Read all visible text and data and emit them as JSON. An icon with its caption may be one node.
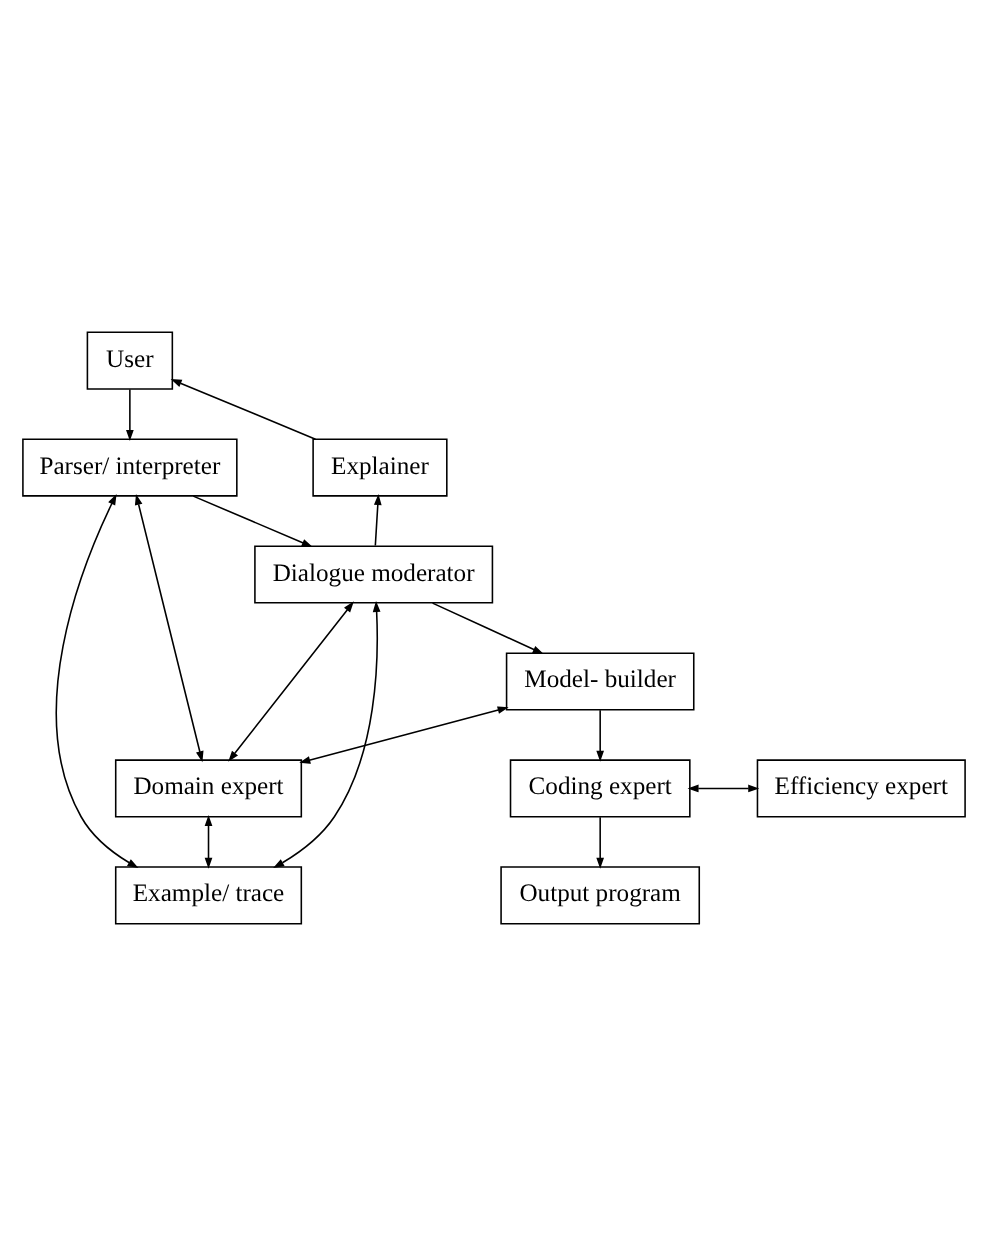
{
  "diagram": {
    "nodes": [
      {
        "text": [
          "User"
        ]
      },
      {
        "text": [
          "Explainer"
        ]
      },
      {
        "text": [
          "Parser/ interpreter"
        ]
      },
      {
        "text": [
          "Domain expert"
        ]
      },
      {
        "text": [
          "Dialogue moderator"
        ]
      },
      {
        "text": [
          "Example/ trace"
        ]
      },
      {
        "text": [
          "Model- builder"
        ]
      },
      {
        "text": [
          "Coding expert"
        ]
      },
      {
        "text": [
          "Efficiency expert"
        ]
      },
      {
        "text": [
          "Output program"
        ]
      }
    ],
    "edges": [
      {
        "from": 1,
        "to": 0,
        "arrow": "to"
      },
      {
        "from": 0,
        "to": 2,
        "arrow": "to"
      },
      {
        "from": 4,
        "to": 1,
        "arrow": "to"
      },
      {
        "from": 2,
        "to": 3,
        "arrow": "both"
      },
      {
        "from": 2,
        "to": 5,
        "arrow": "both"
      },
      {
        "from": 2,
        "to": 4,
        "arrow": "to"
      },
      {
        "from": 4,
        "to": 3,
        "arrow": "both"
      },
      {
        "from": 4,
        "to": 5,
        "arrow": "both"
      },
      {
        "from": 3,
        "to": 5,
        "arrow": "both"
      },
      {
        "from": 6,
        "to": 3,
        "arrow": "both"
      },
      {
        "from": 4,
        "to": 6,
        "arrow": "to"
      },
      {
        "from": 6,
        "to": 7,
        "arrow": "to"
      },
      {
        "from": 7,
        "to": 8,
        "arrow": "both"
      },
      {
        "from": 7,
        "to": 9,
        "arrow": "to"
      }
    ]
  }
}
